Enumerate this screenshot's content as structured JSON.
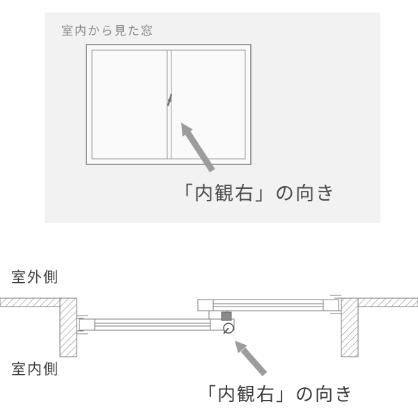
{
  "top_panel": {
    "title": "室内から見た窓",
    "direction_label": "「内観右」の向き"
  },
  "section_view": {
    "outdoor_label": "室外側",
    "indoor_label": "室内側",
    "direction_label": "「内観右」の向き"
  },
  "icons": {
    "top_arrow": "direction-arrow-icon",
    "bottom_arrow": "direction-arrow-icon"
  },
  "colors": {
    "panel_bg": "#f2f2f2",
    "window_line": "#9a9a9a",
    "section_line": "#777777",
    "arrow": "#9c9c9c",
    "title_text": "#8a8a8a",
    "label_text": "#3a3a3a"
  }
}
